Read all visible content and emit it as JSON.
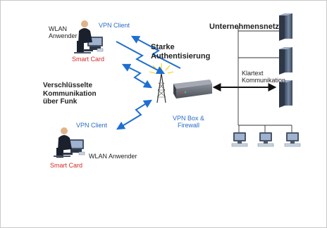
{
  "labels": {
    "wlan_anwender_top": "WLAN\nAnwender",
    "vpn_client_top": "VPN Client",
    "smart_card_top": "Smart Card",
    "starke_auth": "Starke\nAuthentisierung",
    "verschluesselt": "Verschlüsselte\nKommunikation\nüber Funk",
    "vpn_box": "VPN Box &\nFirewall",
    "unternehmensnetz": "Unternehmensnetz",
    "klartext": "Klartext\nKommunikation",
    "vpn_client_bottom": "VPN Client",
    "wlan_anwender_bottom": "WLAN Anwender",
    "smart_card_bottom": "Smart Card"
  },
  "colors": {
    "label_blue": "#2b6cc4",
    "label_red": "#d62828",
    "arrow_blue": "#1f6fd1",
    "text_dark": "#222222",
    "server": "#5b6d86"
  },
  "icons": [
    "wlan-user-top-icon",
    "wlan-user-bottom-icon",
    "antenna-tower-icon",
    "vpn-box-icon",
    "server-icon",
    "workstation-icon",
    "lightning-arrow-icon"
  ]
}
